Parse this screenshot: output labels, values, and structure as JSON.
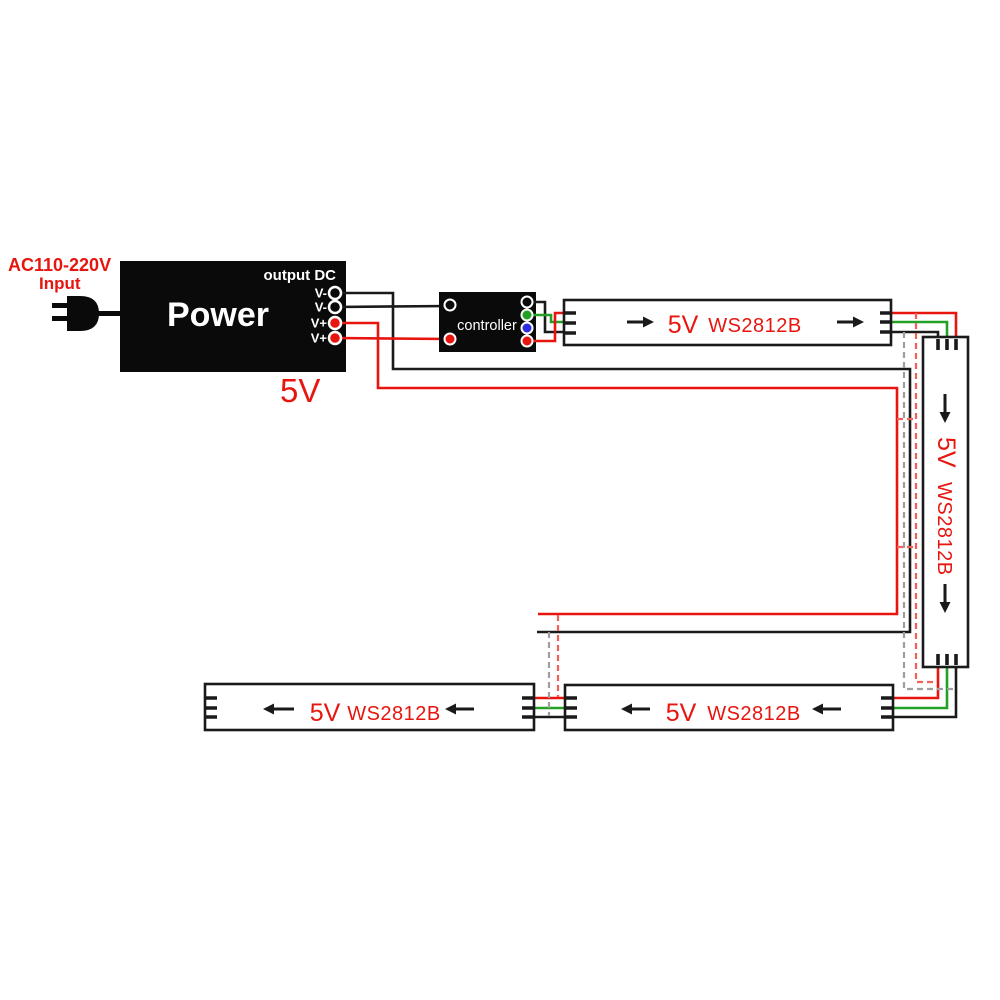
{
  "ac_input": {
    "line1": "AC110-220V",
    "line2": "Input"
  },
  "power_supply": {
    "label": "Power",
    "output_header": "output DC",
    "terminals": [
      "V-",
      "V-",
      "V+",
      "V+"
    ],
    "output_voltage": "5V"
  },
  "controller": {
    "label": "controller"
  },
  "led_strips": [
    {
      "id": "top",
      "voltage": "5V",
      "chip": "WS2812B",
      "flow": "right"
    },
    {
      "id": "right",
      "voltage": "5V",
      "chip": "WS2812B",
      "flow": "down"
    },
    {
      "id": "bottom-right",
      "voltage": "5V",
      "chip": "WS2812B",
      "flow": "left"
    },
    {
      "id": "bottom-left",
      "voltage": "5V",
      "chip": "WS2812B",
      "flow": "left"
    }
  ],
  "colors": {
    "v_plus_wire": "#e8150f",
    "v_minus_wire": "#1a1a1a",
    "data_wire": "#23a126",
    "blue_terminal": "#2b2be0",
    "injection_dash_gray": "#9e9e9e",
    "injection_dash_red": "#f26158",
    "label_red": "#e8150f",
    "box_black": "#0a0a0a"
  }
}
